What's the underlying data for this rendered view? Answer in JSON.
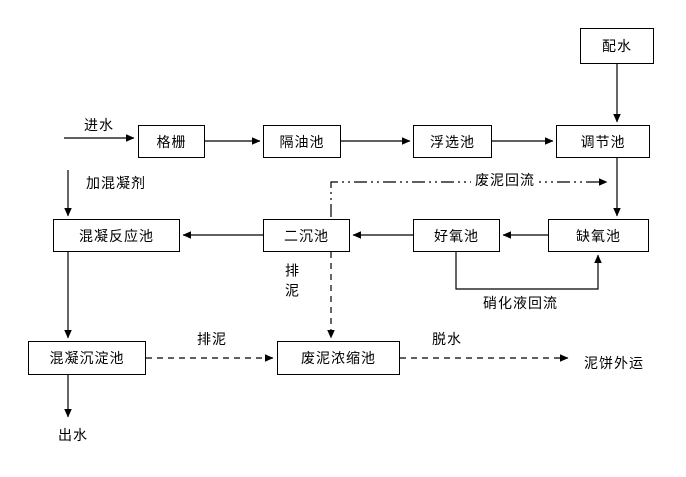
{
  "diagram": {
    "kind": "process-flow",
    "colors": {
      "line": "#000000",
      "background": "#ffffff"
    },
    "nodes": {
      "distribution": {
        "label": "配水"
      },
      "screen": {
        "label": "格栅"
      },
      "oil_separation": {
        "label": "隔油池"
      },
      "flotation": {
        "label": "浮选池"
      },
      "regulating": {
        "label": "调节池"
      },
      "coagulation_reaction": {
        "label": "混凝反应池"
      },
      "secondary_sedimentation": {
        "label": "二沉池"
      },
      "aerobic": {
        "label": "好氧池"
      },
      "anoxic": {
        "label": "缺氧池"
      },
      "coagulation_sedimentation": {
        "label": "混凝沉淀池"
      },
      "sludge_thickening": {
        "label": "废泥浓缩池"
      }
    },
    "labels": {
      "influent": "进水",
      "add_coagulant": "加混凝剂",
      "waste_sludge_return": "废泥回流",
      "sludge_discharge_vertical": "排泥",
      "nitrification_return": "硝化液回流",
      "sludge_discharge": "排泥",
      "dewatering": "脱水",
      "sludge_cake_transport": "泥饼外运",
      "effluent": "出水"
    }
  }
}
